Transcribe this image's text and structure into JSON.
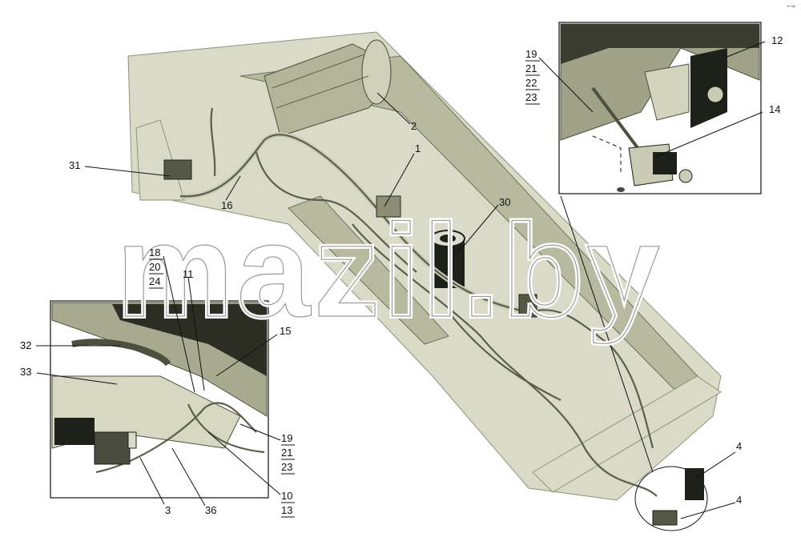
{
  "watermark": "mazil.by",
  "corner_mark": "⌐∞",
  "callouts": {
    "c1": "1",
    "c2": "2",
    "c3": "3",
    "c4a": "4",
    "c4b": "4",
    "c10": "10",
    "c11": "11",
    "c12": "12",
    "c13": "13",
    "c14": "14",
    "c15": "15",
    "c16": "16",
    "c18": "18",
    "c19a": "19",
    "c19b": "19",
    "c20": "20",
    "c21a": "21",
    "c21b": "21",
    "c22": "22",
    "c23a": "23",
    "c23b": "23",
    "c24": "24",
    "c30": "30",
    "c31": "31",
    "c32": "32",
    "c33": "33",
    "c36": "36"
  },
  "colors": {
    "frame": "#d9dbc8",
    "outline": "#5b5e49",
    "black_parts": "#1e201a"
  }
}
